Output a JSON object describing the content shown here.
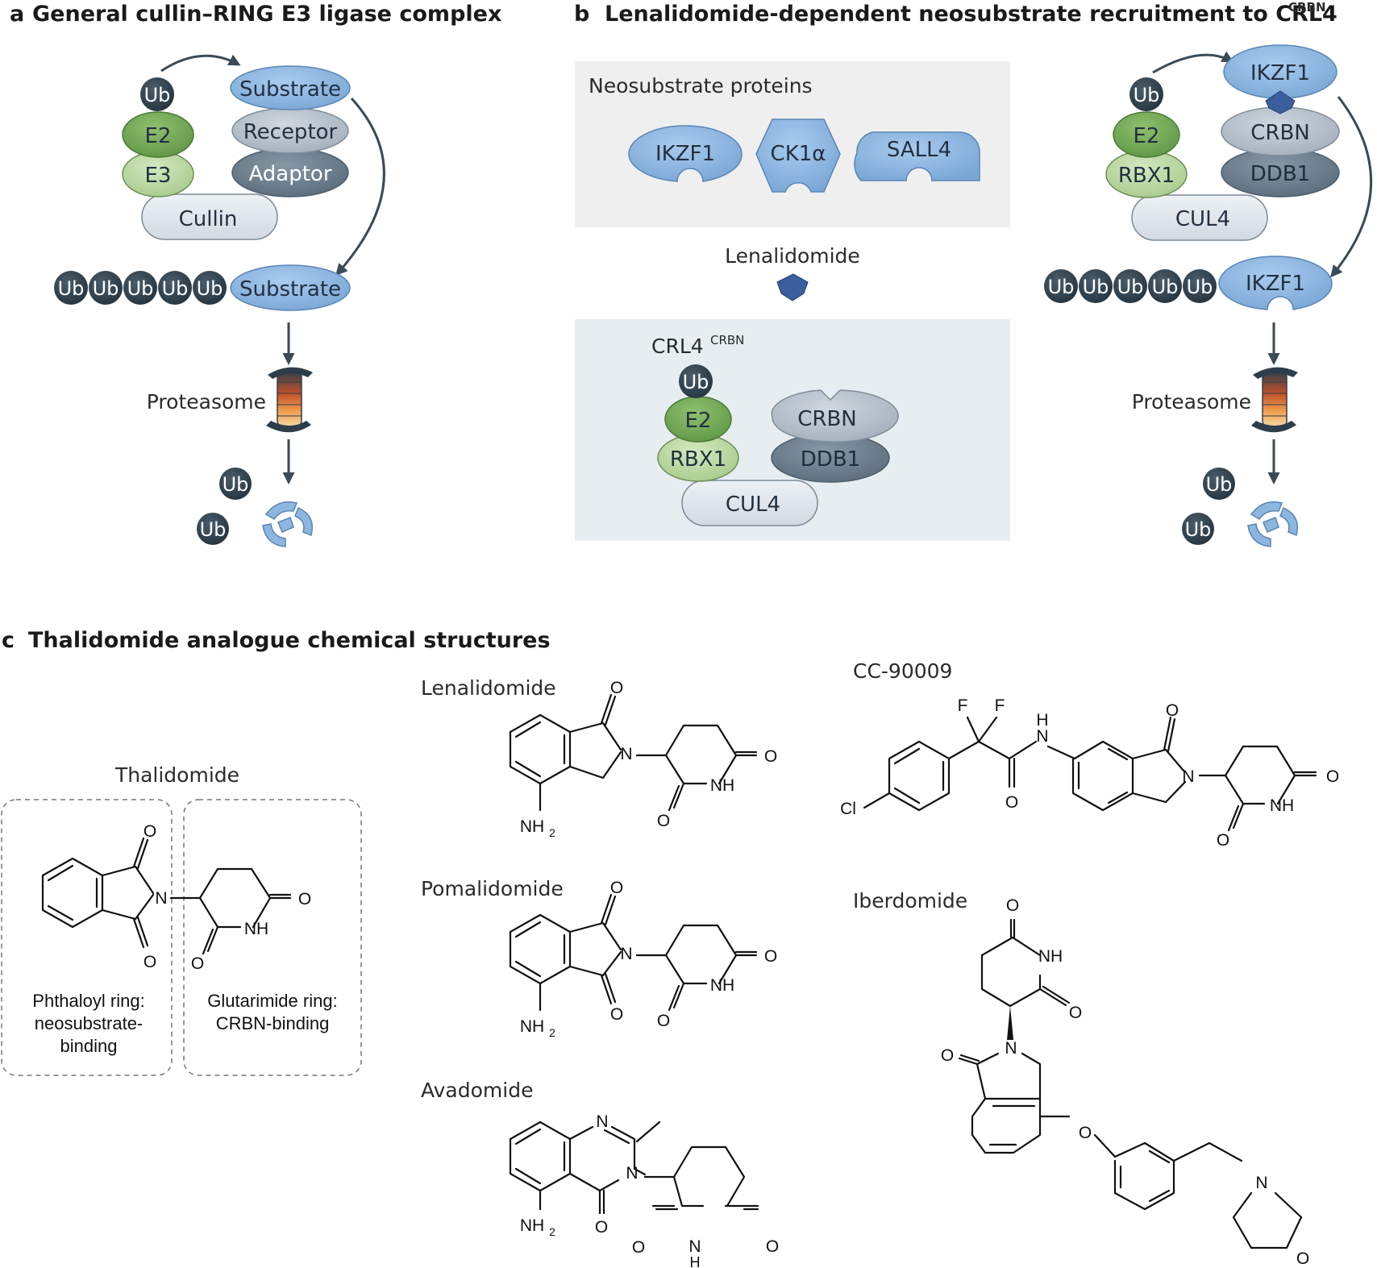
{
  "panel_a": {
    "letter": "a",
    "title": "General cullin–RING E3 ligase complex",
    "ub": "Ub",
    "e2": "E2",
    "e3": "E3",
    "substrate": "Substrate",
    "receptor": "Receptor",
    "adaptor": "Adaptor",
    "cullin": "Cullin",
    "proteasome": "Proteasome"
  },
  "panel_b": {
    "letter": "b",
    "title": "Lenalidomide-dependent neosubstrate recruitment to CRL4",
    "title_sup": "CRBN",
    "neosubstrate_header": "Neosubstrate proteins",
    "ikzf1": "IKZF1",
    "ck1a": "CK1α",
    "sall4": "SALL4",
    "lenalidomide": "Lenalidomide",
    "crl4": "CRL4",
    "crl4_sup": "CRBN",
    "ub": "Ub",
    "e2": "E2",
    "rbx1": "RBX1",
    "crbn": "CRBN",
    "ddb1": "DDB1",
    "cul4": "CUL4",
    "proteasome": "Proteasome"
  },
  "panel_c": {
    "letter": "c",
    "title": "Thalidomide analogue chemical structures",
    "thalidomide": "Thalidomide",
    "phthaloyl_note": [
      "Phthaloyl ring:",
      "neosubstrate-",
      "binding"
    ],
    "glutarimide_note": [
      "Glutarimide ring:",
      "CRBN-binding"
    ],
    "lenalidomide": "Lenalidomide",
    "pomalidomide": "Pomalidomide",
    "avadomide": "Avadomide",
    "cc90009": "CC-90009",
    "iberdomide": "Iberdomide"
  },
  "atoms": {
    "O": "O",
    "N": "N",
    "NH": "NH",
    "H": "H",
    "NH2": "NH",
    "sub2": "2",
    "F": "F",
    "Cl": "Cl"
  },
  "colors": {
    "ub": "#2d3e4a",
    "e2": "#6da354",
    "e3": "#b9d6a0",
    "substrate": "#8db6e0",
    "receptor": "#b4bfca",
    "adaptor": "#6d7f8f",
    "cullin": "#dde3ea",
    "box_gray": "#efefef",
    "box_blue": "#e6eef2",
    "drug": "#3a5f9c",
    "arrow": "#3a4a57"
  }
}
